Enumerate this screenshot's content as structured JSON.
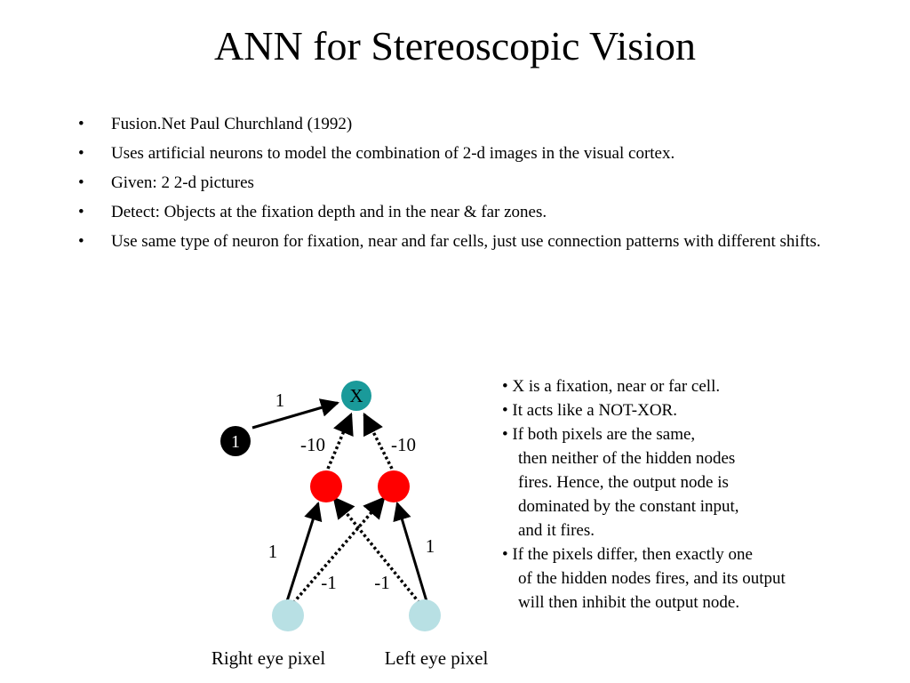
{
  "title": "ANN for Stereoscopic Vision",
  "bullet_marker": "•",
  "bullets": [
    "Fusion.Net Paul Churchland (1992)",
    "Uses artificial neurons to model the combination of 2-d images in the visual cortex.",
    "Given: 2 2-d pictures",
    "Detect: Objects at the fixation depth and in the near & far zones.",
    "Use same type of neuron for fixation, near and far cells, just use connection patterns with different shifts."
  ],
  "diagram": {
    "output_label": "X",
    "bias_label": "1",
    "weights": {
      "bias_to_output": "1",
      "left_hidden_to_output": "-10",
      "right_hidden_to_output": "-10",
      "right_eye_to_left_hidden": "1",
      "left_eye_to_right_hidden": "1",
      "right_eye_to_right_hidden": "-1",
      "left_eye_to_left_hidden": "-1"
    },
    "right_eye_label": "Right eye pixel",
    "left_eye_label": "Left eye pixel",
    "colors": {
      "output_node": "#1a9a9a",
      "bias_node": "#000000",
      "hidden_node": "#ff0000",
      "input_node": "#b8e0e4"
    }
  },
  "notes": [
    {
      "first": "• X is a fixation, near or far cell.",
      "cont": []
    },
    {
      "first": "• It acts like a NOT-XOR.",
      "cont": []
    },
    {
      "first": "• If both pixels are the same,",
      "cont": [
        "then neither of the hidden nodes",
        "fires.  Hence, the output node is",
        "dominated by the constant input,",
        "and it fires."
      ]
    },
    {
      "first": "• If the pixels differ, then exactly one",
      "cont": [
        "of the hidden nodes fires, and its output",
        "will then inhibit the output node."
      ]
    }
  ]
}
